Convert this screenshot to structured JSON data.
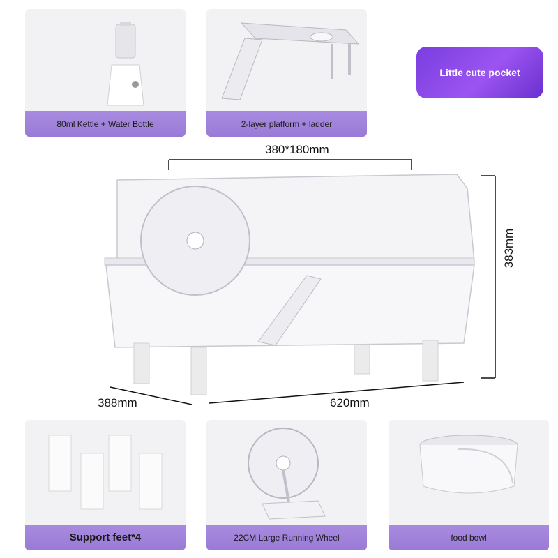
{
  "cards": {
    "kettle": "80ml Kettle + Water Bottle",
    "platform": "2-layer platform + ladder",
    "feet": "Support feet*4",
    "wheel": "22CM Large Running Wheel",
    "bowl": "food bowl"
  },
  "badge": {
    "label": "Little cute pocket"
  },
  "dimensions": {
    "top": "380*180mm",
    "height": "383mm",
    "depth": "388mm",
    "width": "620mm"
  },
  "colors": {
    "accent": "#9b7bd8",
    "card_bg": "#f2f1f4",
    "badge": "#8a48e8"
  }
}
